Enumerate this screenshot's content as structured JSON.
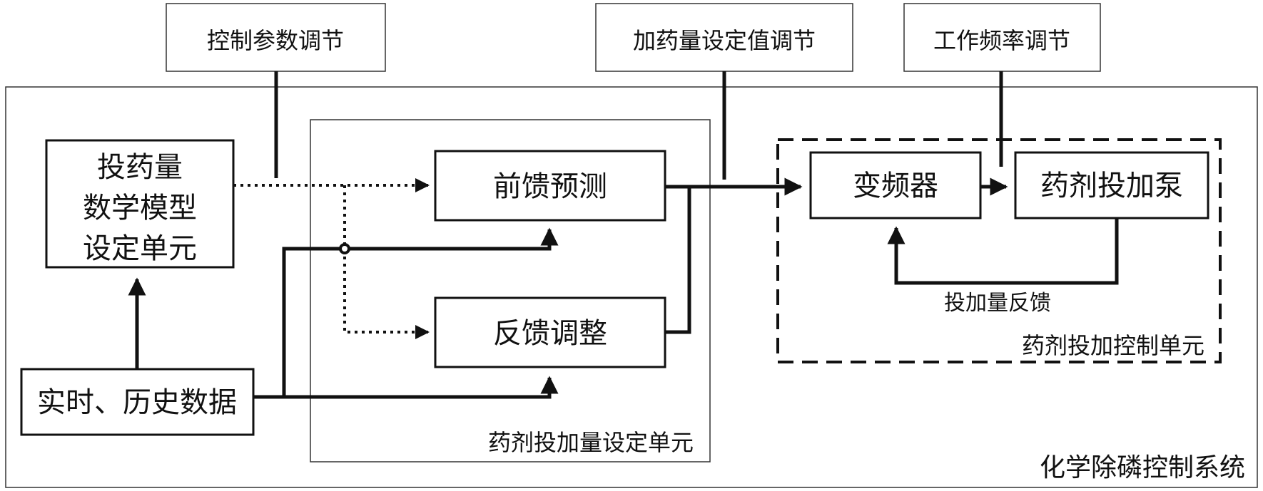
{
  "labels": {
    "control_params": "控制参数调节",
    "dose_setpoint": "加药量设定值调节",
    "work_frequency": "工作频率调节",
    "model_unit_line1": "投药量",
    "model_unit_line2": "数学模型",
    "model_unit_line3": "设定单元",
    "feedforward": "前馈预测",
    "feedback_adjust": "反馈调整",
    "inverter": "变频器",
    "dosing_pump": "药剂投加泵",
    "dose_feedback": "投加量反馈",
    "dosing_control_unit": "药剂投加控制单元",
    "dose_setting_unit": "药剂投加量设定单元",
    "data_source": "实时、历史数据",
    "system_title": "化学除磷控制系统"
  }
}
